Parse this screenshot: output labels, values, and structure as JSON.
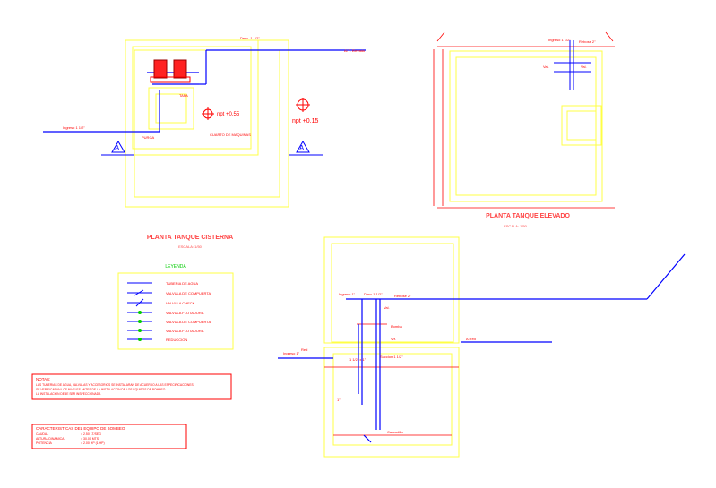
{
  "drawing": {
    "cistern_title": "PLANTA TANQUE CISTERNA",
    "cistern_scale": "ESCALA: 1/50",
    "elevated_title": "PLANTA TANQUE ELEVADO",
    "elevated_scale": "ESCALA: 1/50",
    "npt_main": "npt +0.15",
    "npt_small": "npt +0.55",
    "machine_room": "CUARTO DE MAQUINAS",
    "section_mark_left": "A",
    "section_mark_right": "A"
  },
  "legend": {
    "title": "LEYENDA",
    "items": [
      "TUBERIA DE AGUA",
      "VALVULA DE COMPUERTA",
      "VALVULA CHECK",
      "VALVULA FLOTADORA",
      "VALVULA DE COMPUERTA",
      "VALVULA FLOTADORA",
      "REDUCCION"
    ]
  },
  "notes": {
    "title": "NOTAS:",
    "lines": [
      "LAS TUBERIAS DE AGUA, VALVULAS Y ACCESORIOS SE INSTALARAN DE ACUERDO A LAS ESPECIFICACIONES",
      "SE VERIFICARAN LOS NIVELES ANTES DE LA INSTALACION DE LOS EQUIPOS DE BOMBEO",
      "LA INSTALACION DEBE SER INSPECCIONADA"
    ]
  },
  "equipment": {
    "title": "CARACTERISTICAS DEL EQUIPO DE BOMBEO",
    "rows": [
      {
        "label": "CAUDAL",
        "value": "= 2.50 LT/SEG"
      },
      {
        "label": "ALTURA DINAMICA",
        "value": "= 30.00 MTS"
      },
      {
        "label": "POTENCIA",
        "value": "= 2.00 HP (1 HP)"
      }
    ]
  },
  "colors": {
    "wall": "#ffff44",
    "dimension": "#ff0000",
    "pipe": "#0000ff",
    "pump": "#ff0000",
    "legend_title": "#00cc00"
  }
}
